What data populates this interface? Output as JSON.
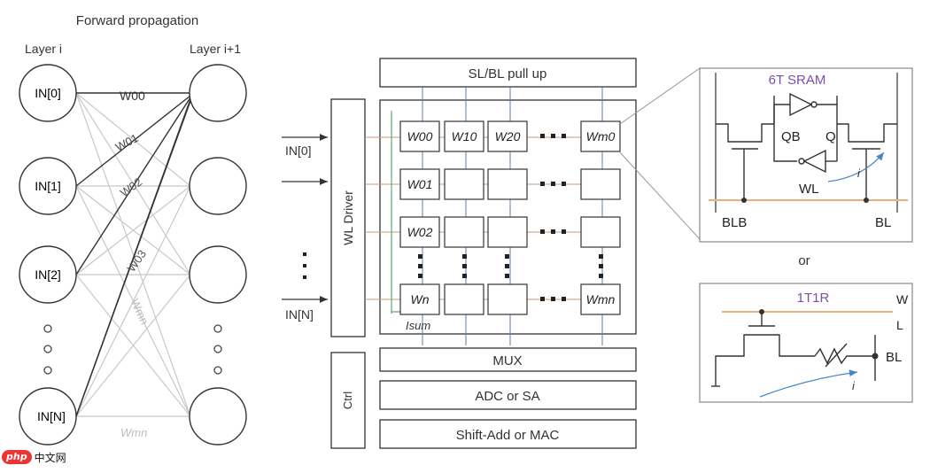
{
  "nn": {
    "title": "Forward propagation",
    "layer_left": "Layer i",
    "layer_right": "Layer i+1",
    "inputs": [
      "IN[0]",
      "IN[1]",
      "IN[2]",
      "IN[N]"
    ],
    "weights": [
      "W00",
      "W01",
      "W02",
      "W03",
      "Wmn",
      "Wmn"
    ]
  },
  "array": {
    "pullup": "SL/BL pull up",
    "wl_driver": "WL Driver",
    "ctrl": "Ctrl",
    "mux": "MUX",
    "adc": "ADC or SA",
    "shift_add": "Shift-Add or MAC",
    "row_inputs": [
      "IN[0]",
      "IN[N]"
    ],
    "cells": [
      "W00",
      "W10",
      "W20",
      "Wm0",
      "W01",
      "W02",
      "Wn",
      "Wmn"
    ],
    "isum": "Isum"
  },
  "sram": {
    "title": "6T SRAM",
    "qb": "QB",
    "q": "Q",
    "wl": "WL",
    "blb": "BLB",
    "bl": "BL",
    "i": "i"
  },
  "or_label": "or",
  "onet": {
    "title": "1T1R",
    "w": "W",
    "l": "L",
    "bl": "BL",
    "i": "i"
  },
  "watermark": {
    "logo": "php",
    "text": "中文网"
  }
}
